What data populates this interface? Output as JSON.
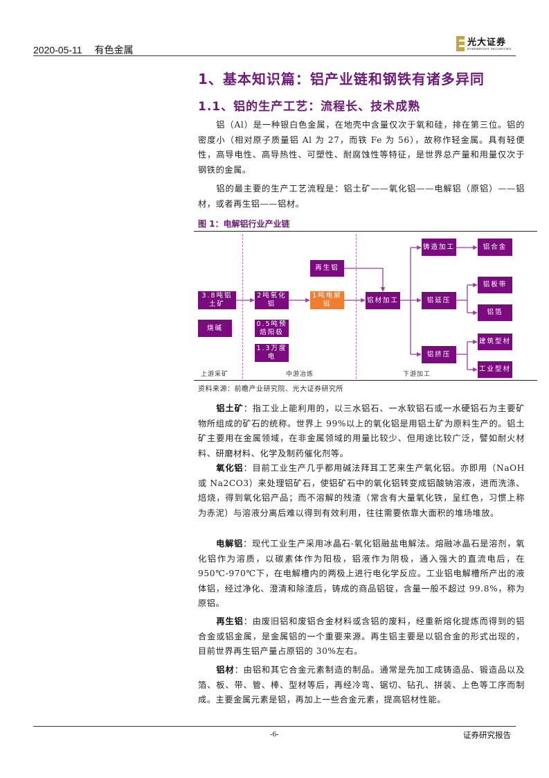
{
  "header": {
    "date": "2020-05-11",
    "sector": "有色金属",
    "logo": {
      "cn": "光大证券",
      "en": "EVERBRIGHT SECURITIES",
      "icon": "everbright-logo-icon",
      "color": "#c8a24a"
    }
  },
  "headings": {
    "h1": "1、基本知识篇：铝产业链和钢铁有诸多异同",
    "h2": "1.1、铝的生产工艺：流程长、技术成熟"
  },
  "intro": {
    "p1": "铝（Al）是一种银白色金属，在地壳中含量仅次于氧和硅，排在第三位。铝的密度小（相对原子质量铝 Al 为 27，而铁 Fe 为 56），故称作轻金属。具有轻便性，高导电性、高导热性、可塑性、耐腐蚀性等特征，是世界总产量和用量仅次于钢铁的金属。",
    "p2": "铝的最主要的生产工艺流程是：铝土矿——氧化铝——电解铝（原铝）——铝材，或者再生铝——铝材。"
  },
  "figure": {
    "title": "图 1：电解铝行业产业链",
    "source": "资料来源：前瞻产业研究院、光大证券研究所",
    "colors": {
      "box": "#7b0a7e",
      "highlight": "#ef7d32",
      "line": "#9c3ca0"
    },
    "zones": [
      "上游采矿",
      "中游冶炼",
      "下游加工"
    ],
    "boxes": {
      "bauxite": "3.8吨铝土矿",
      "caustic_soda": "烧碱",
      "alumina": "2吨氧化铝",
      "anode": "0.5吨预焙阳极",
      "electricity": "1.3万度电",
      "electrolytic_al": "1吨电解铝",
      "recycled_al": "再生铝",
      "al_processing": "铝材加工",
      "casting": "铸造加工",
      "al_alloy": "铝合金",
      "rolling": "铝延压",
      "al_sheet": "铝板带",
      "al_foil": "铝箔",
      "extrusion": "铝挤压",
      "building_profile": "建筑型材",
      "industrial_profile": "工业型材"
    }
  },
  "definitions": [
    {
      "term": "铝土矿",
      "text": "：指工业上能利用的，以三水铝石、一水软铝石或一水硬铝石为主要矿物所组成的矿石的统称。世界上 99%以上的氧化铝是用铝土矿为原料生产的。铝土矿主要用在金属领域，在非金属领域的用量比较少、但用途比较广泛，譬如耐火材料、研磨材料、化学及制药催化剂等。"
    },
    {
      "term": "氧化铝",
      "text": "：目前工业生产几乎都用碱法拜耳工艺来生产氧化铝。亦即用（NaOH 或 Na2CO3）来处理铝矿石，使铝矿石中的氧化铝转变成铝酸钠溶液，进而洗涤、焙烧，得到氧化铝产品；而不溶解的残渣（常含有大量氧化铁，呈红色，习惯上称为赤泥）与溶液分离后难以得到有效利用，往往需要依靠大面积的堆场堆放。"
    },
    {
      "term": "电解铝",
      "text": "：现代工业生产采用冰晶石-氧化铝融盐电解法。熔融冰晶石是溶剂，氧化铝作为溶质，以碳素体作为阳极，铝液作为阴极，通入强大的直流电后，在 950℃-970℃下，在电解槽内的两极上进行电化学反应。工业铝电解槽所产出的液体铝，经过净化、澄清和除渣后，铸成的商品铝锭，含量一般不超过 99.8%，称为原铝。"
    },
    {
      "term": "再生铝",
      "text": "：由废旧铝和废铝合金材料或含铝的废料，经重新熔化提炼而得到的铝合金或铝金属，是金属铝的一个重要来源。再生铝主要是以铝合金的形式出现的，目前世界再生铝产量占原铝的 30%左右。"
    },
    {
      "term": "铝材",
      "text": "：由铝和其它合金元素制造的制品。通常是先加工成铸造品、锻造品以及箔、板、带、管、棒、型材等后，再经冷弯、锯切、钻孔、拼装、上色等工序而制成。主要金属元素是铝，再加上一些合金元素，提高铝材性能。"
    }
  ],
  "footer": {
    "page": "-6-",
    "label": "证券研究报告"
  },
  "accent_color": "#6e1a78"
}
